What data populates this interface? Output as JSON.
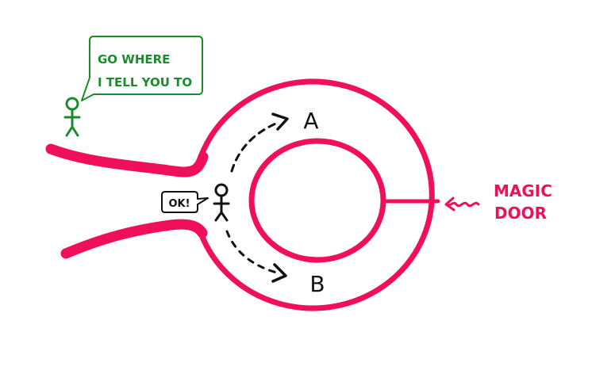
{
  "speech_bubble_green": {
    "line1": "GO WHERE",
    "line2": "I TELL YOU TO",
    "color": "#1e8a2e"
  },
  "speech_bubble_black": {
    "text": "OK!"
  },
  "labels": {
    "a": "A",
    "b": "B"
  },
  "magic_door": {
    "line1": "MAGIC",
    "line2": "DOOR",
    "color": "#f0105a"
  },
  "colors": {
    "track": "#f0105a",
    "ink": "#111111",
    "green": "#1e8a2e"
  }
}
